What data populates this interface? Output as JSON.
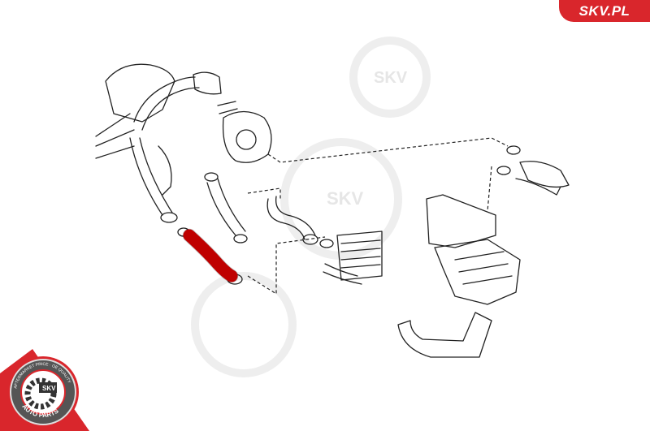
{
  "brand": {
    "site_label": "SKV.PL",
    "accent": "#d9262c"
  },
  "watermark": {
    "text": "SKV"
  },
  "badge": {
    "top_text": "AFTERMARKET PRICE · OE QUALITY",
    "center_text": "SKV",
    "bottom_text": "AUTO PARTS"
  },
  "highlight_color": "#ff0000"
}
